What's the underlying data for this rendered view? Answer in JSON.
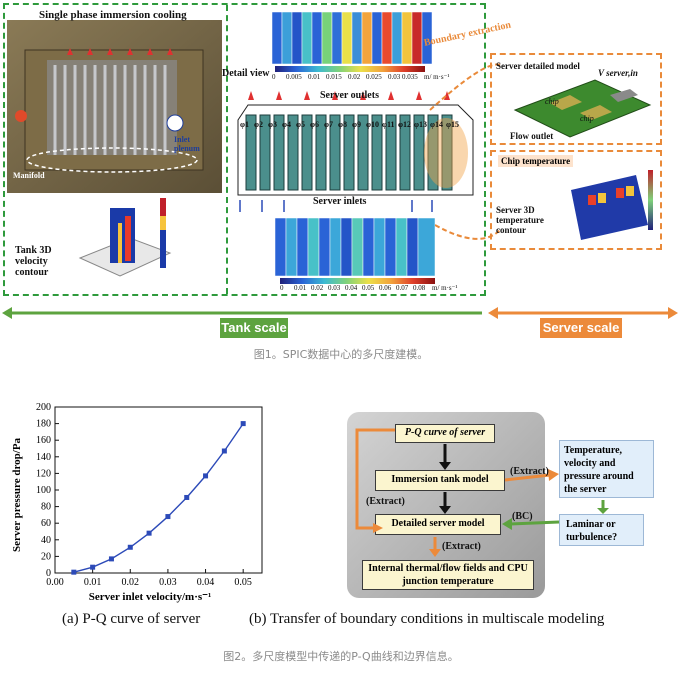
{
  "fig1": {
    "tank_title": "Single phase immersion cooling",
    "detail_view": "Detail view",
    "server_outlets": "Server outlets",
    "server_inlets": "Server inlets",
    "boundary_extraction": "Boundary extraction",
    "manifold": "Manifold",
    "inlet_plenum": "Inlet plenum",
    "tank_velocity_contour": "Tank 3D velocity contour",
    "server_detailed_model": "Server detailed model",
    "v_server_in": "V server,in",
    "flow_outlet": "Flow outlet",
    "chip_label": "chip",
    "chip_temperature": "Chip temperature",
    "server_temp_contour": "Server 3D temperature contour",
    "top_colorbar_ticks": [
      "0",
      "0.005",
      "0.01",
      "0.015",
      "0.02",
      "0.025",
      "0.03",
      "0.035"
    ],
    "top_colorbar_unit": "m/ m·s⁻¹",
    "bottom_colorbar_ticks": [
      "0",
      "0.01",
      "0.02",
      "0.03",
      "0.04",
      "0.05",
      "0.06",
      "0.07",
      "0.08"
    ],
    "bottom_colorbar_unit": "m/ m·s⁻¹",
    "server_labels": [
      "φ1",
      "φ2",
      "φ3",
      "φ4",
      "φ5",
      "φ6",
      "φ7",
      "φ8",
      "φ9",
      "φ10",
      "φ11",
      "φ12",
      "φ13",
      "φ14",
      "φ15"
    ],
    "tank_scale": "Tank scale",
    "server_scale": "Server scale",
    "caption": "图1。SPIC数据中心的多尺度建模。"
  },
  "chart_data": {
    "type": "line",
    "title": "",
    "xlabel": "Server inlet velocity/m·s⁻¹",
    "ylabel": "Server pressure drop/Pa",
    "xlim": [
      0,
      0.055
    ],
    "ylim": [
      0,
      200
    ],
    "xticks": [
      "0.00",
      "0.01",
      "0.02",
      "0.03",
      "0.04",
      "0.05"
    ],
    "yticks": [
      "0",
      "20",
      "40",
      "60",
      "80",
      "100",
      "120",
      "140",
      "160",
      "180",
      "200"
    ],
    "grid": false,
    "series": [
      {
        "x": [
          0.005,
          0.01,
          0.015,
          0.02,
          0.025,
          0.03,
          0.035,
          0.04,
          0.045,
          0.05
        ],
        "y": [
          1,
          7,
          17,
          31,
          48,
          68,
          91,
          117,
          147,
          180
        ]
      }
    ]
  },
  "fig2": {
    "pq_curve": "P-Q curve of server",
    "immersion_tank_model": "Immersion tank model",
    "detailed_server_model": "Detailed server model",
    "internal_fields": "Internal thermal/flow fields and CPU junction temperature",
    "extract1": "(Extract)",
    "extract2": "(Extract)",
    "extract3": "(Extract)",
    "bc": "(BC)",
    "temp_velocity_pressure": "Temperature, velocity and pressure around the server",
    "laminar_turbulence": "Laminar or turbulence?",
    "caption_a": "(a) P-Q curve of server",
    "caption_b": "(b) Transfer of boundary conditions in multiscale modeling",
    "caption": "图2。多尺度模型中传递的P-Q曲线和边界信息。"
  },
  "colors": {
    "green": "#2e9a3c",
    "orange": "#e98a3a",
    "tank_bar": "#5da33f",
    "server_bar": "#ec8a3a",
    "curve": "#2c4ab8"
  }
}
